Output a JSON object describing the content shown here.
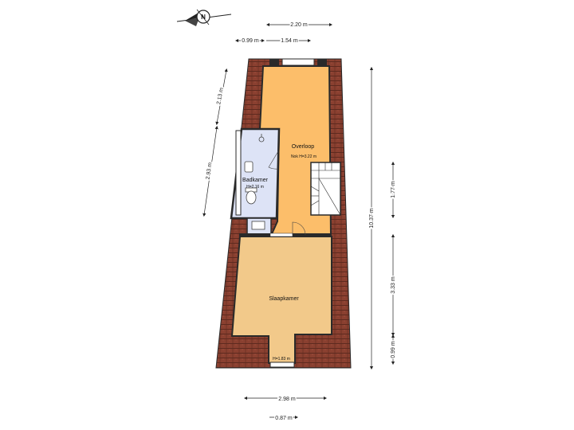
{
  "compass": {
    "icon": "north-arrow-icon",
    "label": "N"
  },
  "rooms": {
    "overloop": {
      "name": "Overloop",
      "height": "Nok H=3.22 m"
    },
    "badkamer": {
      "name": "Badkamer",
      "height": "H=2.16 m"
    },
    "slaapkamer": {
      "name": "Slaapkamer",
      "height": "H=1.83 m"
    }
  },
  "dimensions": {
    "top_width": "2.20 m",
    "top_left_segment": "0.99 m",
    "top_right_segment": "1.54 m",
    "left_upper": "2.13 m",
    "left_lower": "2.93 m",
    "right_total": "10.37 m",
    "right_upper": "1.77 m",
    "right_middle": "3.33 m",
    "right_lower": "0.99 m",
    "bottom_width": "2.98 m",
    "bottom_small": "0.87 m"
  },
  "colors": {
    "roof_tile": "#8a4030",
    "overloop_floor": "#fcbe6a",
    "slaapkamer_floor": "#f2c98a",
    "badkamer_floor": "#dde3f6",
    "wall": "#2a2a2a"
  }
}
